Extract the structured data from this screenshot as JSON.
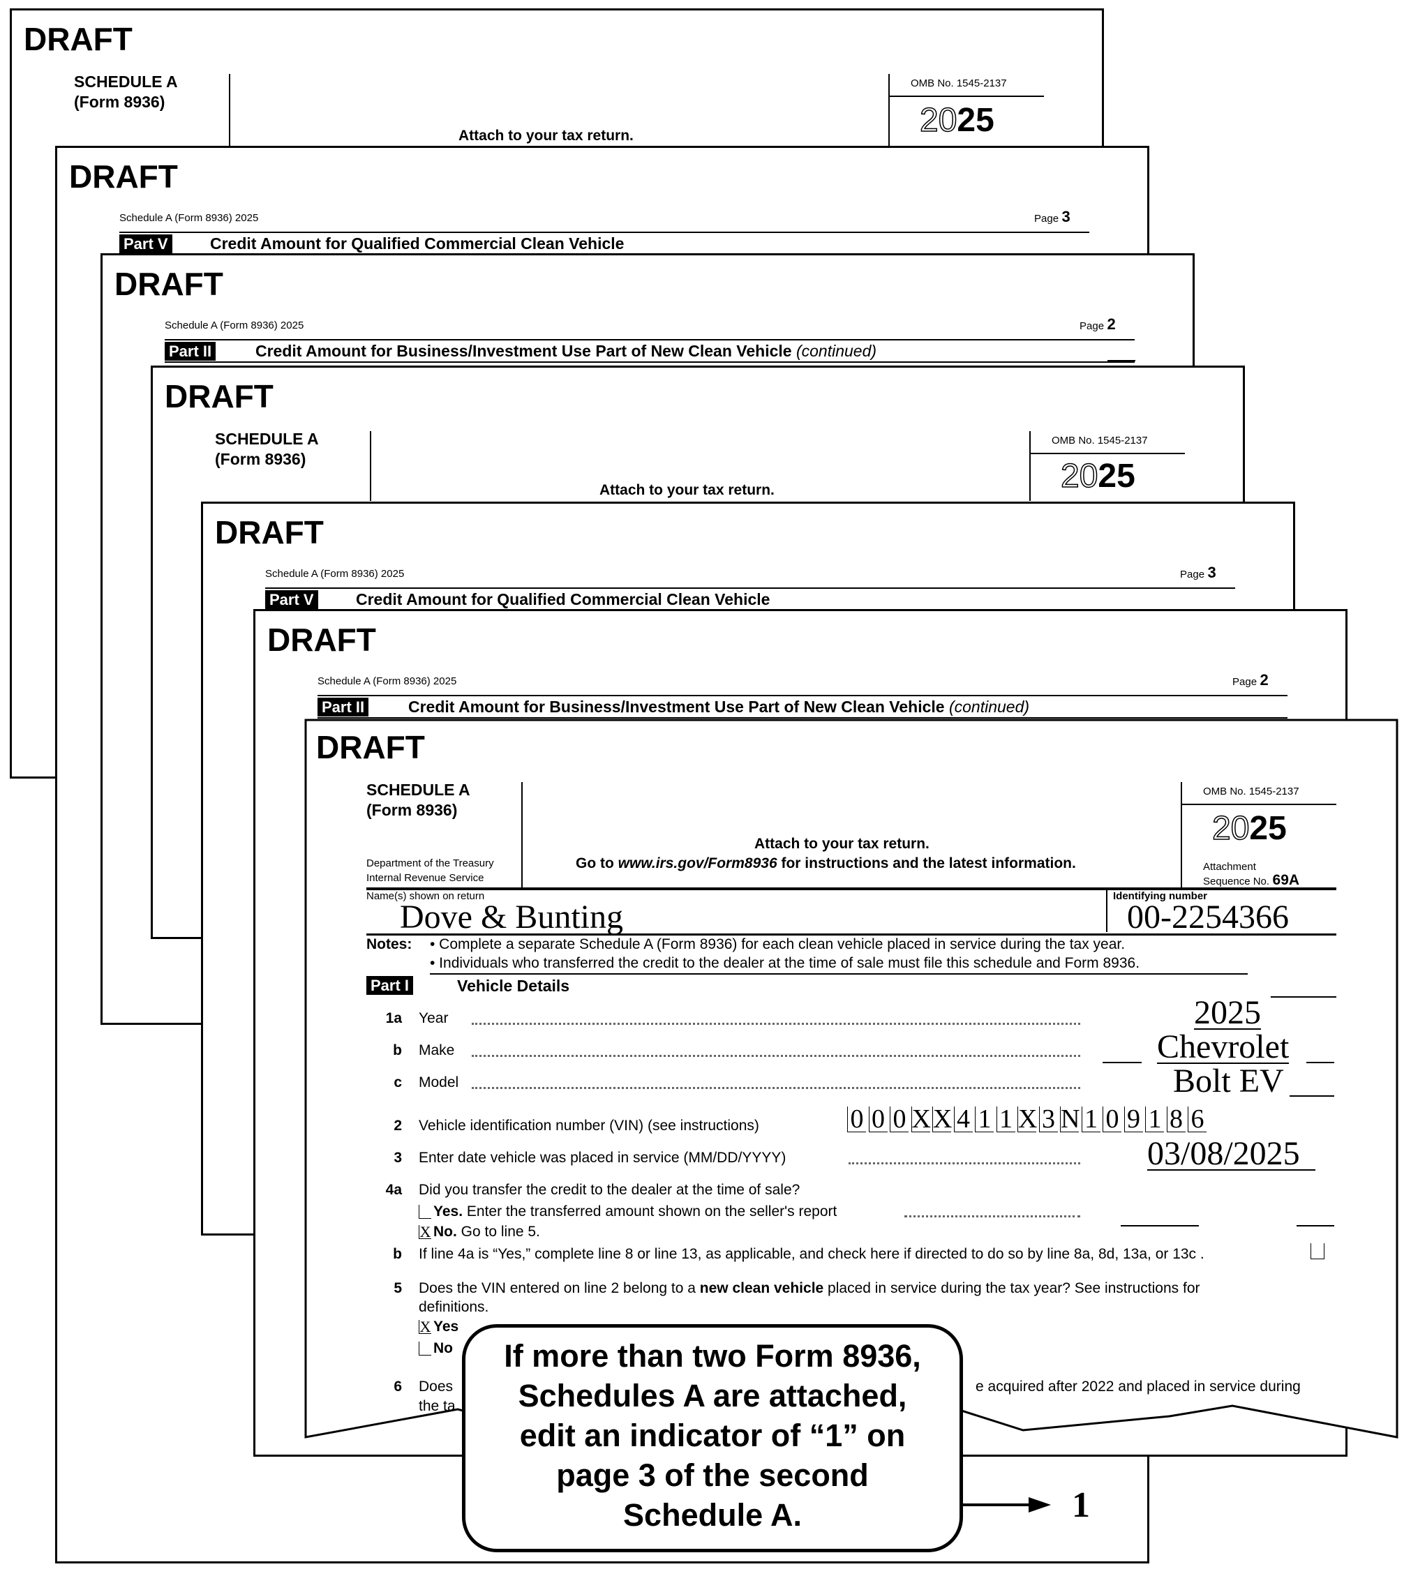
{
  "stack_pages": [
    {
      "draft": "DRAFT",
      "schedule_title": "SCHEDULE A",
      "schedule_form": "(Form 8936)",
      "omb": "OMB No. 1545-2137",
      "year_light": "20",
      "year_bold": "25",
      "attach": "Attach to your tax return."
    },
    {
      "draft": "DRAFT",
      "running_head": "Schedule A (Form 8936) 2025",
      "page_label": "Page",
      "page_num": "3",
      "part": "Part V",
      "part_title": "Credit Amount for Qualified Commercial Clean Vehicle"
    },
    {
      "draft": "DRAFT",
      "running_head": "Schedule A (Form 8936) 2025",
      "page_label": "Page",
      "page_num": "2",
      "part": "Part II",
      "part_title": "Credit Amount for Business/Investment Use Part of New Clean Vehicle",
      "part_title_suffix": "(continued)"
    },
    {
      "draft": "DRAFT",
      "schedule_title": "SCHEDULE A",
      "schedule_form": "(Form 8936)",
      "omb": "OMB No. 1545-2137",
      "year_light": "20",
      "year_bold": "25",
      "attach": "Attach to your tax return."
    },
    {
      "draft": "DRAFT",
      "running_head": "Schedule A (Form 8936) 2025",
      "page_label": "Page",
      "page_num": "3",
      "part": "Part V",
      "part_title": "Credit Amount for Qualified Commercial Clean Vehicle"
    },
    {
      "draft": "DRAFT",
      "running_head": "Schedule A (Form 8936) 2025",
      "page_label": "Page",
      "page_num": "2",
      "part": "Part II",
      "part_title": "Credit Amount for Business/Investment Use Part of New Clean Vehicle",
      "part_title_suffix": "(continued)"
    }
  ],
  "front": {
    "draft": "DRAFT",
    "schedule_title": "SCHEDULE A",
    "schedule_form": "(Form 8936)",
    "dept": "Department of the Treasury",
    "irs": "Internal Revenue Service",
    "attach": "Attach to your tax return.",
    "goto_prefix": "Go to ",
    "goto_url": "www.irs.gov/Form8936",
    "goto_suffix": " for instructions and the latest information.",
    "omb": "OMB No. 1545-2137",
    "year_light": "20",
    "year_bold": "25",
    "attachment": "Attachment",
    "sequence": "Sequence No.",
    "sequence_no": "69A",
    "name_label": "Name(s) shown on return",
    "name_value": "Dove & Bunting",
    "id_label": "Identifying number",
    "id_value": "00-2254366",
    "notes_label": "Notes:",
    "note1": "• Complete a separate Schedule A (Form 8936) for each clean vehicle placed in service during the tax year.",
    "note2": "• Individuals who transferred the credit to the dealer at the time of sale must file this schedule and Form 8936.",
    "part": "Part I",
    "part_title": "Vehicle Details",
    "lines": {
      "l1a": {
        "num": "1a",
        "label": "Year",
        "value": "2025"
      },
      "l1b": {
        "num": "b",
        "label": "Make",
        "value": "Chevrolet"
      },
      "l1c": {
        "num": "c",
        "label": "Model",
        "value": "Bolt EV"
      },
      "l2": {
        "num": "2",
        "label": "Vehicle identification number (VIN) (see instructions)",
        "vin": [
          "0",
          "0",
          "0",
          "X",
          "X",
          "4",
          "1",
          "1",
          "X",
          "3",
          "N",
          "1",
          "0",
          "9",
          "1",
          "8",
          "6"
        ]
      },
      "l3": {
        "num": "3",
        "label": "Enter date vehicle was placed in service (MM/DD/YYYY)",
        "value": "03/08/2025"
      },
      "l4a": {
        "num": "4a",
        "label": "Did you transfer the credit to the dealer at the time of sale?",
        "yes_bold": "Yes.",
        "yes_text": " Enter the transferred amount shown on the seller's report",
        "yes_checked": false,
        "no_bold": "No.",
        "no_text": " Go to line 5.",
        "no_checked": true,
        "mark": "X"
      },
      "l4b": {
        "num": "b",
        "label": "If line 4a is “Yes,” complete line 8 or line 13, as applicable, and check here if directed to do so by line 8a, 8d, 13a, or 13c .",
        "checked": false
      },
      "l5": {
        "num": "5",
        "label_pre": "Does the VIN entered on line 2 belong to a ",
        "label_bold": "new clean vehicle",
        "label_post": " placed in service during the tax year? See instructions for",
        "label_cont": "definitions.",
        "yes": "Yes",
        "no": "No",
        "yes_checked": true,
        "mark": "X"
      },
      "l6": {
        "num": "6",
        "label_start": "Does",
        "label_end": "e acquired after 2022 and placed in service during",
        "label_cont": "the ta"
      }
    }
  },
  "callout": {
    "lines": [
      "If more than two Form 8936,",
      "Schedules A are attached,",
      "edit an indicator of “1” on",
      "page 3 of the second",
      "Schedule A."
    ],
    "indicator": "1"
  }
}
